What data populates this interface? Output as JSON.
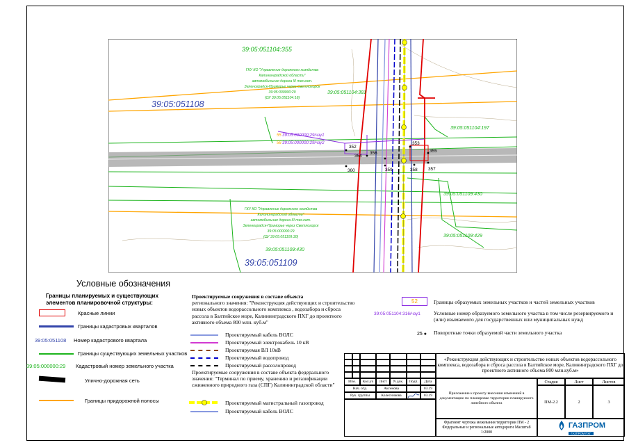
{
  "map": {
    "labels": {
      "quarter_top": "39:05:051104:355",
      "quarter_left": "39:05:051108",
      "quarter_bottom": "39:05:051109",
      "parcel_381": "39:05:051104:381",
      "parcel_197": "39:05:051104:197",
      "parcel_430": "39:05:051109:430",
      "parcel_429": "39:05:051109:429",
      "parcel_bottom": "39:05:051109:430",
      "chu1": "39:05:000000:29/чзу1",
      "chu2": "39:05:000000:29/чзу2",
      "num_55": "55",
      "num_56": "56"
    },
    "owner_top": [
      "ГКУ КО \"Управление дорожного хозяйства",
      "Калининградской области\"",
      "автомобильная дорога III тех.кат.",
      "Зеленоградск-Приморье через Светлогорск",
      "39:05:000000:29",
      "(ОУ 39:05:051104:18)"
    ],
    "owner_bottom": [
      "ГКУ КО \"Управление дорожного хозяйства",
      "Калининградской области\"",
      "автомобильная дорога III тех.кат.",
      "Зеленоградск-Приморье через Светлогорск",
      "39:05:000000:29",
      "(ОУ 39:05:051109:30)"
    ],
    "points": [
      "352",
      "354",
      "356",
      "353",
      "355",
      "360",
      "359",
      "358",
      "357"
    ]
  },
  "legend": {
    "title": "Условные обозначения",
    "heading": "Границы планируемых и существующих элементов планировочной структуры:",
    "items": [
      {
        "label": "Красные линии",
        "sample": ""
      },
      {
        "label": "Границы кадастровых кварталов",
        "sample": ""
      },
      {
        "label": "Номер кадастрового квартала",
        "sample": "39:05:051108"
      },
      {
        "label": "Границы существующих земельных участков",
        "sample": ""
      },
      {
        "label": "Кадастровый номер земельного участка",
        "sample": "39:05:000000:29"
      },
      {
        "label": "Улично-дорожная сеть",
        "sample": ""
      },
      {
        "label": "Границы придорожной полосы",
        "sample": ""
      }
    ]
  },
  "projected": {
    "heading_regional": "Проектируемые сооружения в составе объекта",
    "heading_regional2": "регионального значения: \"Реконструкция действующих и строительство новых объектов водорассольного комплекса , водозабора и сброса рассола в Балтийское море, Калининградского ПХГ до проектного активного объема 800 млн. куб.м\"",
    "items": [
      {
        "label": "Проектируемый кабель ВОЛС",
        "color": "#8899e0"
      },
      {
        "label": "Проектируемый электрокабель 10 кВ",
        "color": "#d23ad2"
      },
      {
        "label": "Проектируемая ВЛ 10кВ",
        "color": "#8b4513"
      },
      {
        "label": "Проектируемый водопровод",
        "color": "#0000cc"
      },
      {
        "label": "Проектируемый рассолопровод",
        "color": "#000000"
      }
    ],
    "heading_federal": "Проектируемые сооружения в составе объекта федерального значения: \"Терминал по приему, хранению и регазификации сжиженного природного газа (СПГ) Калининградской области\"",
    "federal_items": [
      {
        "label": "Проектируемый магистральный газопровод",
        "color": "#ffff00"
      },
      {
        "label": "Проектируемый кабель ВОЛС",
        "color": "#8899e0"
      }
    ]
  },
  "right_legend": {
    "box_num": "52",
    "box_label": "Границы образуемых земельных участков и частей земельных участков",
    "cond_sample": "39:05:051104:316/чзу1",
    "cond_label": "Условные номер образуемого земельного участка в том числе резервируемого и (или) изымаемого для государственных или муниципальных нужд",
    "turn_sample": "25",
    "turn_label": "Поворотные точки образуемой части земельного участка"
  },
  "stamp": {
    "title": "«Реконструкция действующих и строительство новых объектов водорассольного комплекса, водозабора и сброса рассола в Балтийское море, Калининградского ПХГ до проектного активного объема 800 млн.куб.м»",
    "cols": [
      "Изм.",
      "Кол.уч",
      "Лист",
      "N док.",
      "Подп.",
      "Дата"
    ],
    "row1_role": "Нач. отд.",
    "row1_name": "Аксенова",
    "row1_date": "03.19",
    "row2_role": "Рук. группы",
    "row2_name": "Колесникова",
    "row2_date": "03.19",
    "desc": "Приложение к проекту внесения изменений в документацию по планировке территории планируемого линейного объекта",
    "h_stage": "Стадия",
    "h_sheet": "Лист",
    "h_sheets": "Листов",
    "stage": "ПМ-2.2",
    "sheet": "2",
    "sheets": "3",
    "fragment": "Фрагмент чертежа межевания территории ПМ - 2 Федеральные и региональные автодороги Масштаб 1:2000",
    "logo_text": "ГАЗПРОМ",
    "logo_sub": "ГАЗПРОМ ПХГ"
  },
  "colors": {
    "red_line": "#e00000",
    "quarter_blue": "#3344aa",
    "parcel_green": "#1cb41c",
    "road_gray": "#8c8c8c",
    "roadside_orange": "#ffa500",
    "gazprom_blue": "#0060a8"
  }
}
